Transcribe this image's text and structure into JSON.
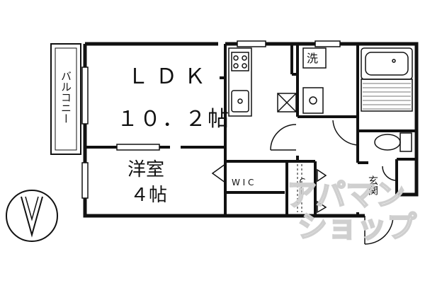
{
  "rooms": {
    "ldk_name": "ＬＤＫ",
    "ldk_size": "１０．２帖",
    "bedroom_name": "洋室",
    "bedroom_size": "４帖",
    "wic": "W I C",
    "closet": "ＣＬ",
    "balcony": "バルコニー",
    "entrance": "玄関",
    "laundry": "洗"
  },
  "watermark": {
    "line1": "アパマン",
    "line2": "ショップ"
  },
  "colors": {
    "wall": "#111111",
    "floor_pattern": "#777777",
    "background": "#ffffff",
    "watermark": "#cfcfcf"
  },
  "compass": {
    "icon": "north-arrow-icon"
  }
}
